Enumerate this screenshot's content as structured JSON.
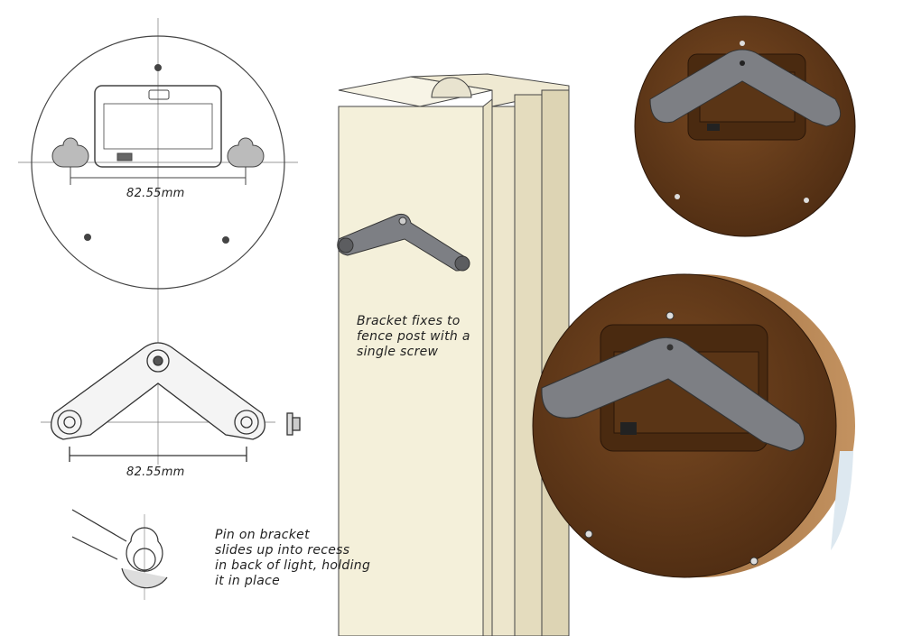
{
  "front_view": {
    "dimension": "82.55mm"
  },
  "bracket_view": {
    "dimension": "82.55mm"
  },
  "post_note": {
    "text": "Bracket fixes to\nfence post with a\nsingle screw"
  },
  "pin_note": {
    "text": "Pin on bracket\nslides up into recess\nin back of light, holding\nit in place"
  },
  "colors": {
    "wood": "#6b3f1c",
    "bracket": "#7d7f84",
    "post": "#f2eedb",
    "line": "#333333"
  }
}
